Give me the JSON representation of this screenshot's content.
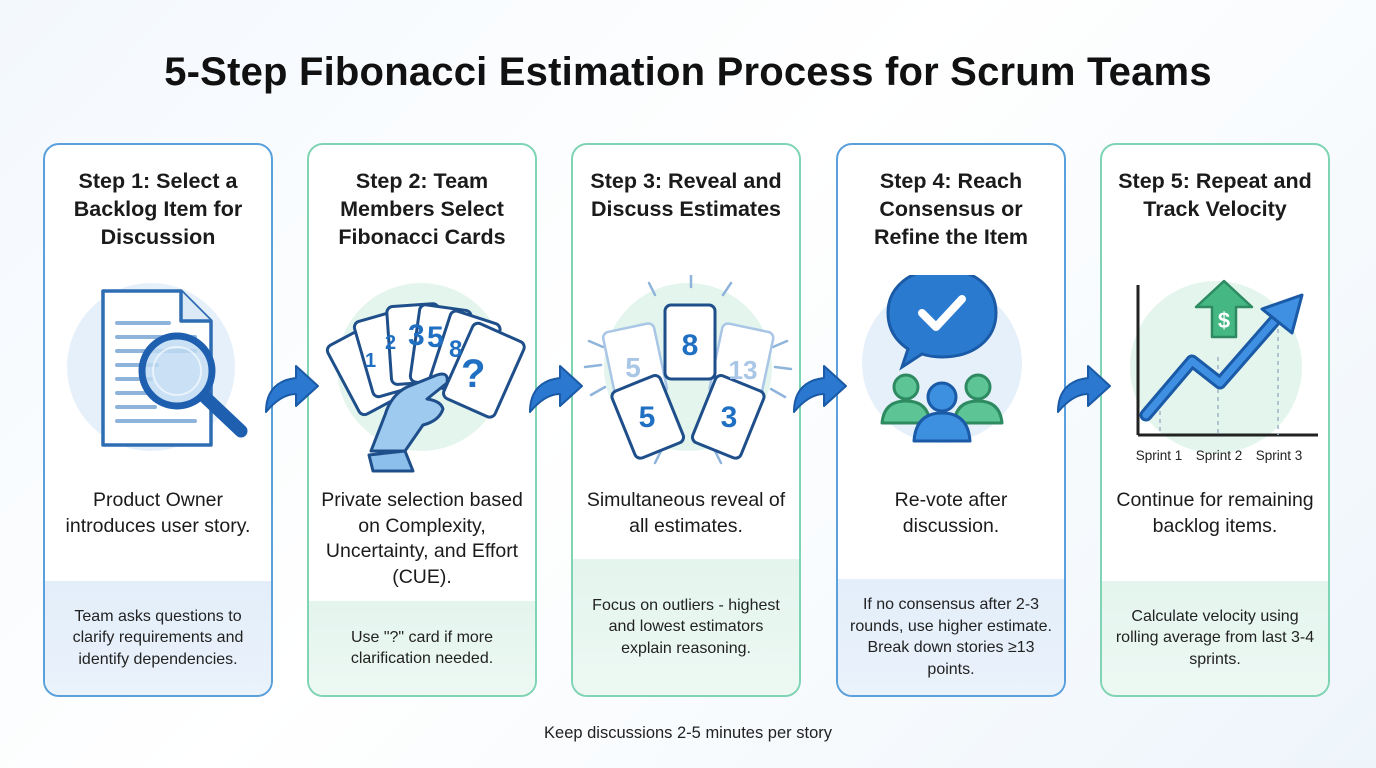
{
  "title": "5-Step Fibonacci Estimation Process for Scrum Teams",
  "colors": {
    "blue": "#1f6fc2",
    "blue_border": "#5aa0dc",
    "green_border": "#7fd4b3",
    "green": "#4caf7d"
  },
  "steps": [
    {
      "title": "Step 1: Select a Backlog Item for Discussion",
      "description": "Product Owner introduces user story.",
      "footer": "Team asks questions to clarify requirements and identify dependencies.",
      "icon": "document-magnifier-icon"
    },
    {
      "title": "Step 2: Team Members Select Fibonacci Cards",
      "description": "Private selection based on Complexity, Uncertainty, and Effort (CUE).",
      "footer": "Use \"?\" card if more clarification needed.",
      "icon": "hand-cards-icon",
      "cards": [
        "1",
        "2",
        "3",
        "5",
        "8",
        "?"
      ]
    },
    {
      "title": "Step 3: Reveal and Discuss Estimates",
      "description": "Simultaneous reveal of all estimates.",
      "footer": "Focus on outliers - highest and lowest estimators explain reasoning.",
      "icon": "revealed-cards-icon",
      "cards": [
        "5",
        "8",
        "13",
        "5",
        "3"
      ]
    },
    {
      "title": "Step 4: Reach Consensus or Refine the Item",
      "description": "Re-vote after discussion.",
      "footer": "If no consensus after 2-3 rounds, use higher estimate. Break down stories ≥13 points.",
      "icon": "team-consensus-icon"
    },
    {
      "title": "Step 5: Repeat and Track Velocity",
      "description": "Continue for remaining backlog items.",
      "footer": "Calculate velocity using rolling average from last 3-4 sprints.",
      "icon": "velocity-chart-icon",
      "sprints": [
        "Sprint 1",
        "Sprint 2",
        "Sprint 3"
      ],
      "currency": "$"
    }
  ],
  "note": "Keep discussions 2-5 minutes per story"
}
